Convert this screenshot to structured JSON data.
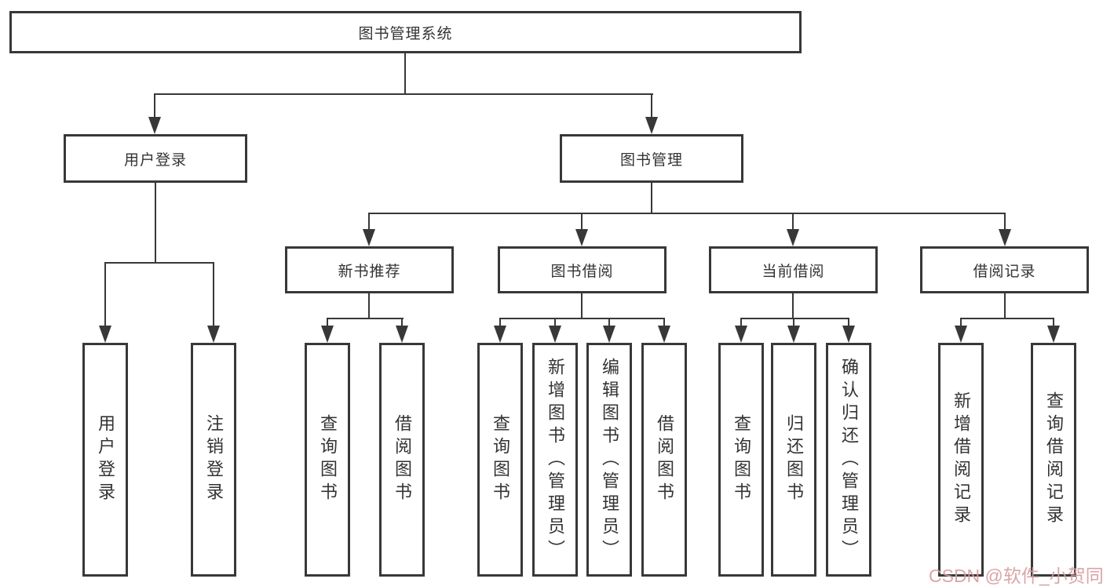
{
  "diagram": {
    "type": "hierarchy-tree",
    "root": {
      "label": "图书管理系统"
    },
    "level2": [
      {
        "label": "用户登录",
        "children": [
          "用户登录",
          "注销登录"
        ]
      },
      {
        "label": "图书管理"
      }
    ],
    "level3": [
      {
        "label": "新书推荐",
        "children": [
          "查询图书",
          "借阅图书"
        ]
      },
      {
        "label": "图书借阅",
        "children": [
          "查询图书",
          "新增图书（管理员）",
          "编辑图书（管理员）",
          "借阅图书"
        ]
      },
      {
        "label": "当前借阅",
        "children": [
          "查询图书",
          "归还图书",
          "确认归还（管理员）"
        ]
      },
      {
        "label": "借阅记录",
        "children": [
          "新增借阅记录",
          "查询借阅记录"
        ]
      }
    ]
  },
  "watermark": {
    "text": "CSDN @软件_小贺同学",
    "color": "#d59c9e"
  },
  "colors": {
    "line": "#383838",
    "text": "#333333",
    "background": "#ffffff"
  }
}
